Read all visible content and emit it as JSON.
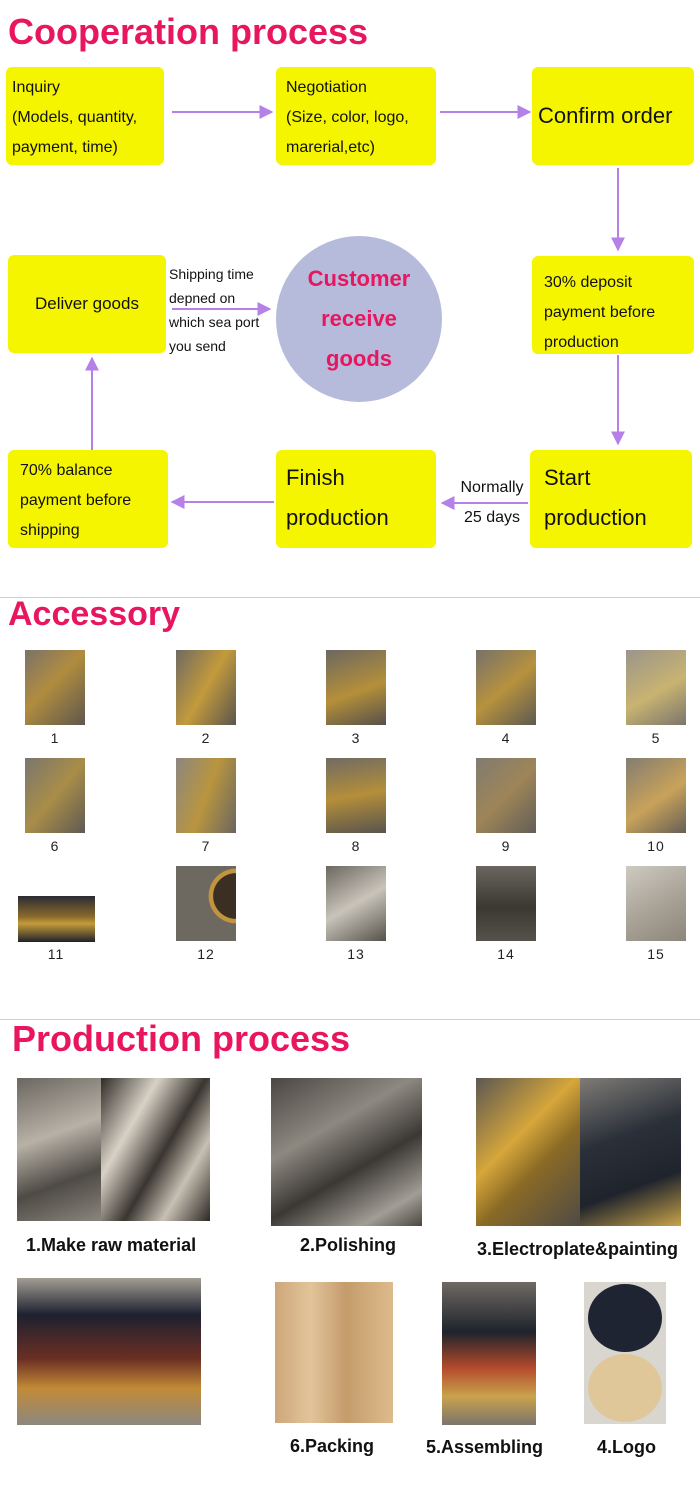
{
  "cooperation": {
    "title": "Cooperation process",
    "steps": {
      "inquiry": [
        "Inquiry",
        "(Models, quantity,",
        "payment, time)"
      ],
      "negotiation": [
        "Negotiation",
        "(Size, color, logo,",
        "marerial,etc)"
      ],
      "confirm": "Confirm order",
      "deposit": [
        "30% deposit",
        "payment before",
        "production"
      ],
      "start": [
        "Start",
        "production"
      ],
      "finish": [
        "Finish",
        "production"
      ],
      "balance": [
        "70% balance",
        "payment before",
        "shipping"
      ],
      "deliver": "Deliver goods",
      "customer": [
        "Customer",
        "receive",
        "goods"
      ]
    },
    "notes": {
      "shipping": [
        "Shipping time",
        "depned on",
        "which sea port",
        "you send"
      ],
      "duration": [
        "Normally",
        "25 days"
      ]
    },
    "colors": {
      "box": "#f5f500",
      "arrow": "#b580e8",
      "accent": "#e8155f",
      "circle": "#b6bbdb"
    }
  },
  "accessory": {
    "title": "Accessory",
    "items": [
      "1",
      "2",
      "3",
      "4",
      "5",
      "6",
      "7",
      "8",
      "9",
      "10",
      "11",
      "12",
      "13",
      "14",
      "15"
    ]
  },
  "production": {
    "title": "Production process",
    "steps": {
      "raw": "1.Make raw material",
      "polishing": "2.Polishing",
      "electroplate": "3.Electroplate&painting",
      "packing": "6.Packing",
      "assembling": "5.Assembling",
      "logo": "4.Logo"
    }
  }
}
